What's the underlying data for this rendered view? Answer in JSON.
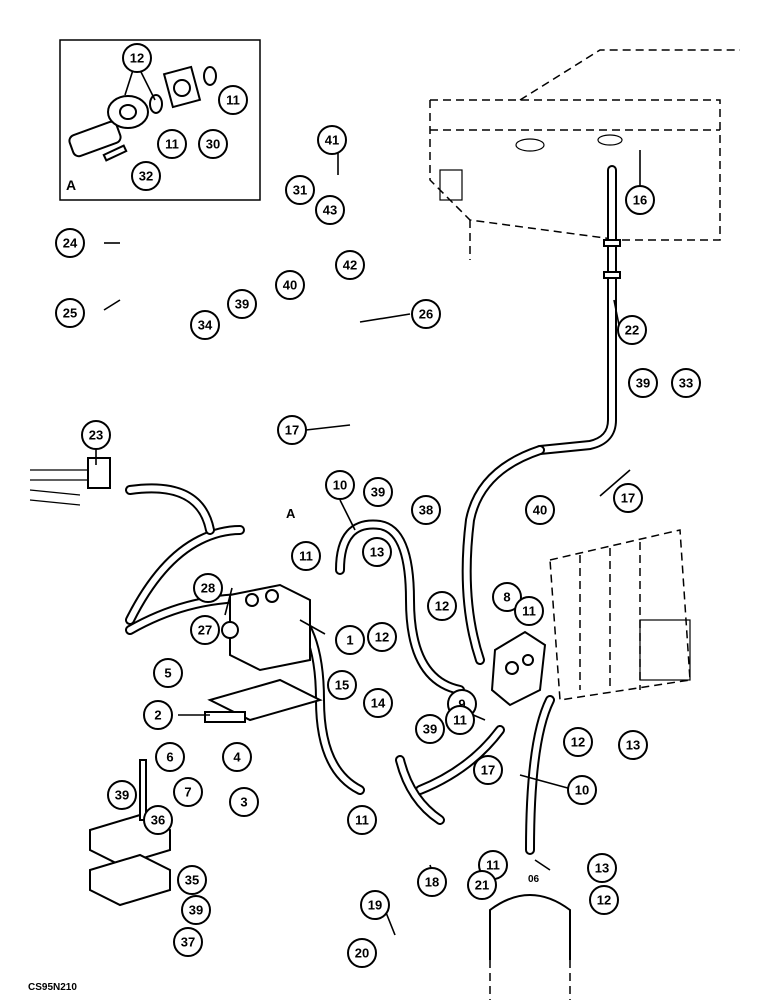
{
  "diagram": {
    "inset_label": "A",
    "ref_label": "A",
    "small_label": "06",
    "code": "CS95N210",
    "callouts": [
      "12",
      "11",
      "11",
      "30",
      "32",
      "41",
      "31",
      "43",
      "42",
      "16",
      "24",
      "25",
      "40",
      "26",
      "22",
      "34",
      "39",
      "17",
      "39",
      "33",
      "23",
      "39",
      "38",
      "10",
      "13",
      "11",
      "40",
      "17",
      "8",
      "11",
      "28",
      "27",
      "1",
      "12",
      "12",
      "5",
      "15",
      "9",
      "11",
      "2",
      "14",
      "39",
      "12",
      "13",
      "6",
      "4",
      "17",
      "10",
      "7",
      "3",
      "11",
      "39",
      "36",
      "11",
      "13",
      "35",
      "18",
      "21",
      "12",
      "39",
      "19",
      "37",
      "20"
    ]
  }
}
